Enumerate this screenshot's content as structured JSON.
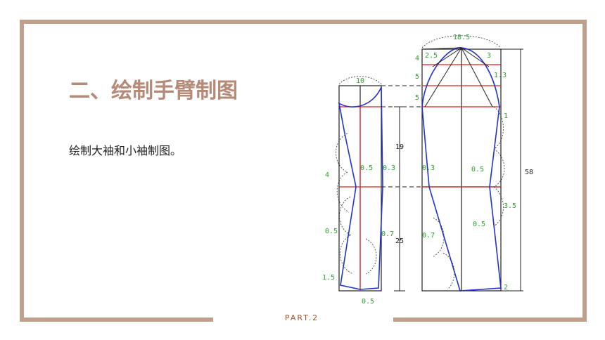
{
  "slide": {
    "title": "二、绘制手臂制图",
    "description": "绘制大袖和小袖制图。",
    "footer": "PART.2"
  },
  "diagram": {
    "labels": {
      "top_left_width": "10",
      "top_right_width": "18.5",
      "cap_height": "19",
      "lower_height": "25",
      "total_length": "58",
      "l_4": "4",
      "l_0_5_a": "0.5",
      "l_0_3_a": "0.3",
      "l_0_5_b": "0.5",
      "l_0_7_a": "0.7",
      "l_1_5": "1.5",
      "l_0_5_c": "0.5",
      "r_4": "4",
      "r_2_5": "2.5",
      "r_3": "3",
      "r_5_a": "5",
      "r_1_3": "1.3",
      "r_5_b": "5",
      "r_1": "1",
      "r_0_3": "0.3",
      "r_0_5_a": "0.5",
      "r_3_5": "3.5",
      "r_0_7": "0.7",
      "r_0_5_b": "0.5",
      "r_2": "2"
    }
  }
}
